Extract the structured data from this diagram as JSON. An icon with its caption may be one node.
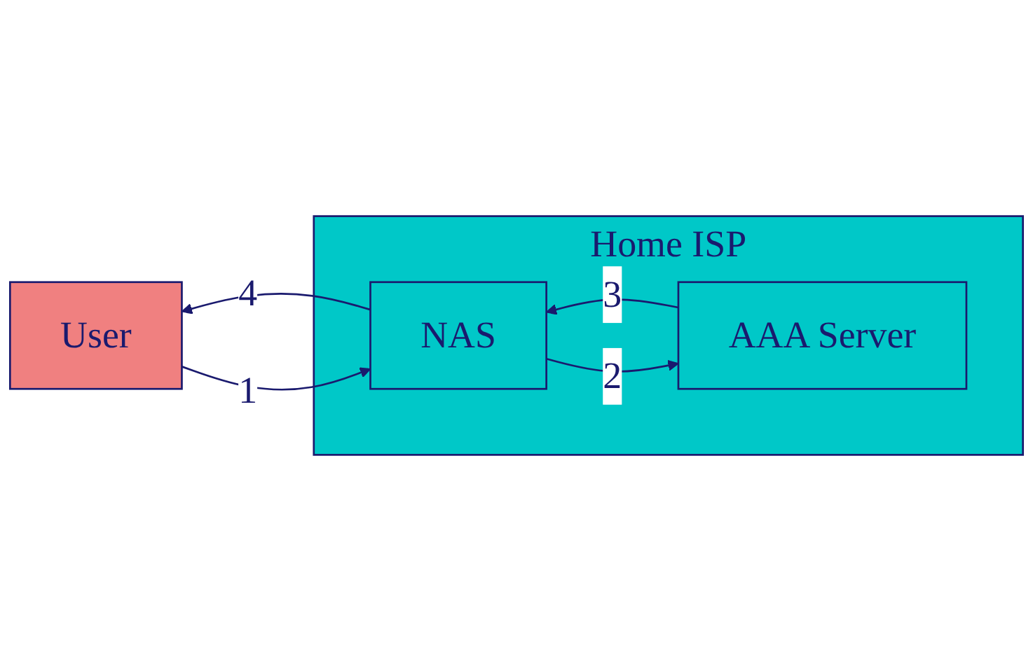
{
  "diagram": {
    "nodes": [
      {
        "text": [
          "Home ISP"
        ]
      },
      {
        "text": [
          "AAA Server"
        ],
        "in": 0
      },
      {
        "text": [
          "NAS"
        ],
        "in": 0
      },
      {
        "text": [
          "User"
        ]
      }
    ],
    "edges": [
      {
        "from": 3,
        "to": 2,
        "arrow": "to",
        "label": "1"
      },
      {
        "from": 2,
        "to": 1,
        "arrow": "to",
        "label": "2"
      },
      {
        "from": 1,
        "to": 2,
        "arrow": "to",
        "label": "3"
      },
      {
        "from": 2,
        "to": 3,
        "arrow": "to",
        "label": "4"
      }
    ]
  }
}
